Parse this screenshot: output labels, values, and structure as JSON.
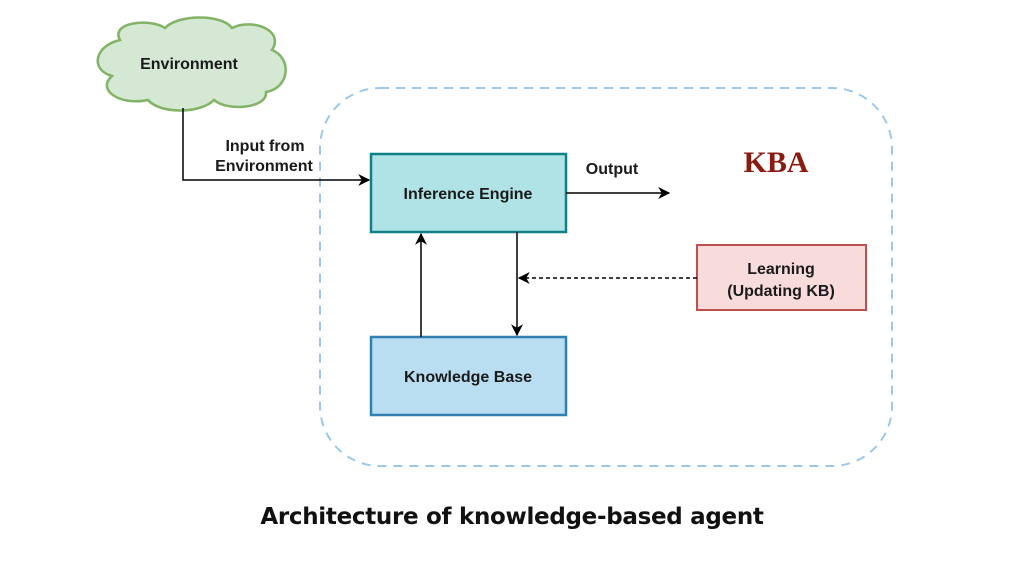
{
  "environment": {
    "label": "Environment"
  },
  "input_label": {
    "line1": "Input from",
    "line2": "Environment"
  },
  "inference_engine": {
    "label": "Inference Engine"
  },
  "output_label": "Output",
  "kba_title": "KBA",
  "learning": {
    "line1": "Learning",
    "line2": "(Updating KB)"
  },
  "knowledge_base": {
    "label": "Knowledge Base"
  },
  "caption": "Architecture of knowledge-based agent",
  "colors": {
    "cloud_fill": "#d5e8d4",
    "cloud_stroke": "#82b366",
    "inference_fill": "#b0e3e6",
    "inference_stroke": "#0e8088",
    "kb_fill": "#b9def2",
    "kb_stroke": "#2f7fb0",
    "learning_fill": "#f8dcdc",
    "learning_stroke": "#c0504d",
    "container_stroke": "#9cc8ec",
    "kba_color": "#8b1a10"
  }
}
